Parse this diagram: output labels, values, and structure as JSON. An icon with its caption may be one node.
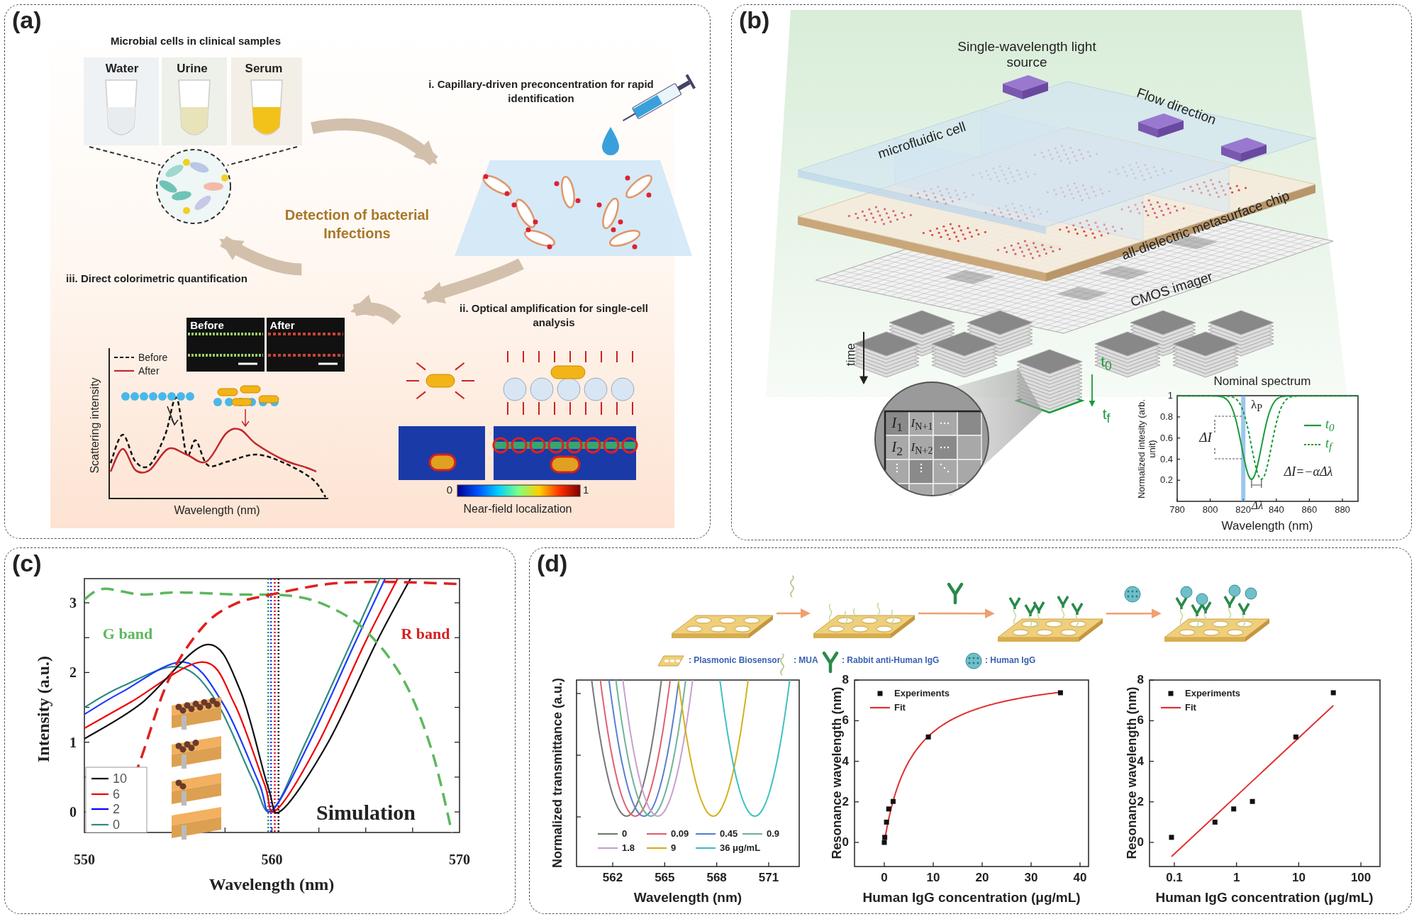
{
  "diagram": {
    "nodes": [
      {
        "text": [
          "(a)"
        ]
      },
      {
        "text": [
          "Microbial cells in clinical samples"
        ],
        "in": 0
      },
      {
        "text": [
          "i. Capillary-driven preconcentration for rapid identification"
        ],
        "in": 0
      },
      {
        "text": [
          "Detection of bacterial Infections"
        ],
        "in": 0
      },
      {
        "text": [
          "ii. Optical amplification for single-cell analysis"
        ],
        "in": 0
      },
      {
        "text": [
          "iii. Direct colorimetric quantification"
        ],
        "in": 0
      },
      {
        "text": [
          "(b)"
        ]
      },
      {
        "text": [
          "(c)"
        ]
      },
      {
        "text": [
          "(d)"
        ]
      },
      {
        "text": [],
        "shape": "picture",
        "in": 8
      },
      {
        "text": [],
        "shape": "picture",
        "in": 8
      },
      {
        "text": [],
        "shape": "picture",
        "in": 8
      },
      {
        "text": [],
        "shape": "picture",
        "in": 8
      }
    ],
    "edges": [
      {
        "from": 1,
        "to": 2,
        "arrow": "to",
        "color": "#d2c0ac"
      },
      {
        "from": 2,
        "to": 4,
        "arrow": "to",
        "color": "#d2c0ac"
      },
      {
        "from": 4,
        "to": 5,
        "arrow": "to",
        "color": "#d2c0ac"
      },
      {
        "from": 5,
        "to": 1,
        "arrow": "to",
        "color": "#d2c0ac"
      },
      {
        "from": 9,
        "to": 10,
        "arrow": "to",
        "color": "#f0a070"
      },
      {
        "from": 10,
        "to": 11,
        "arrow": "to",
        "color": "#f0a070"
      },
      {
        "from": 11,
        "to": 12,
        "arrow": "to",
        "color": "#f0a070"
      }
    ],
    "labels": [
      "Water",
      "Urine",
      "Serum",
      "Before",
      "After",
      "Scattering intensity",
      "Wavelength (nm)",
      "0",
      "1",
      "Near-field localization",
      "Single-wavelength light source",
      "Flow direction",
      "microfluidic cell",
      "all-dielectric metasurface chip",
      "CMOS imager",
      "time",
      "t$_{0}$",
      "t$_{f}$",
      "*I*$_{1}$",
      "*I*$_{N+1}$",
      "*I*$_{2}$",
      "*I*$_{N+2}$",
      "Nominal spectrum",
      "λ$_{P}$",
      "ΔI",
      "ΔI=−αΔλ",
      "Δλ",
      "Normalized intesity (arb. unit)",
      "1",
      "0.8",
      "0.6",
      "0.4",
      "0.2",
      "780",
      "800",
      "820",
      "840",
      "860",
      "880",
      "Wavelength (nm)",
      "Intensity (a.u.)",
      "3",
      "2",
      "1",
      "0",
      "G band",
      "R band",
      "Simulation",
      "550",
      "560",
      "570",
      "Wavelength (nm)",
      "Normalized transmittance (a.u.)",
      "562",
      "565",
      "568",
      "571",
      "Wavelength (nm)",
      "Resonance wavelength (nm)",
      "8",
      "6",
      "4",
      "2",
      "0",
      "0",
      "10",
      "20",
      "30",
      "40",
      "Human IgG concentration (μg/mL)",
      "Resonance wavelength (nm)",
      "8",
      "6",
      "4",
      "2",
      "0",
      "0.1",
      "1",
      "10",
      "100",
      "Human IgG concentration (μg/mL)"
    ],
    "legend": [
      {
        "text": "Before"
      },
      {
        "text": "After"
      },
      {
        "text": "t$_{0}$"
      },
      {
        "text": "t$_{f}$"
      },
      {
        "text": "10"
      },
      {
        "text": "6"
      },
      {
        "text": "2"
      },
      {
        "text": "0"
      },
      {
        "text": ": Plasmonic Biosensor"
      },
      {
        "text": ": MUA"
      },
      {
        "text": ": Rabbit anti-Human IgG"
      },
      {
        "text": ": Human IgG"
      },
      {
        "text": "0"
      },
      {
        "text": "0.09"
      },
      {
        "text": "0.45"
      },
      {
        "text": "0.9"
      },
      {
        "text": "1.8"
      },
      {
        "text": "9"
      },
      {
        "text": "36 μg/mL"
      },
      {
        "text": "Experiments"
      },
      {
        "text": "Fit"
      },
      {
        "text": "Experiments"
      },
      {
        "text": "Fit"
      }
    ]
  }
}
